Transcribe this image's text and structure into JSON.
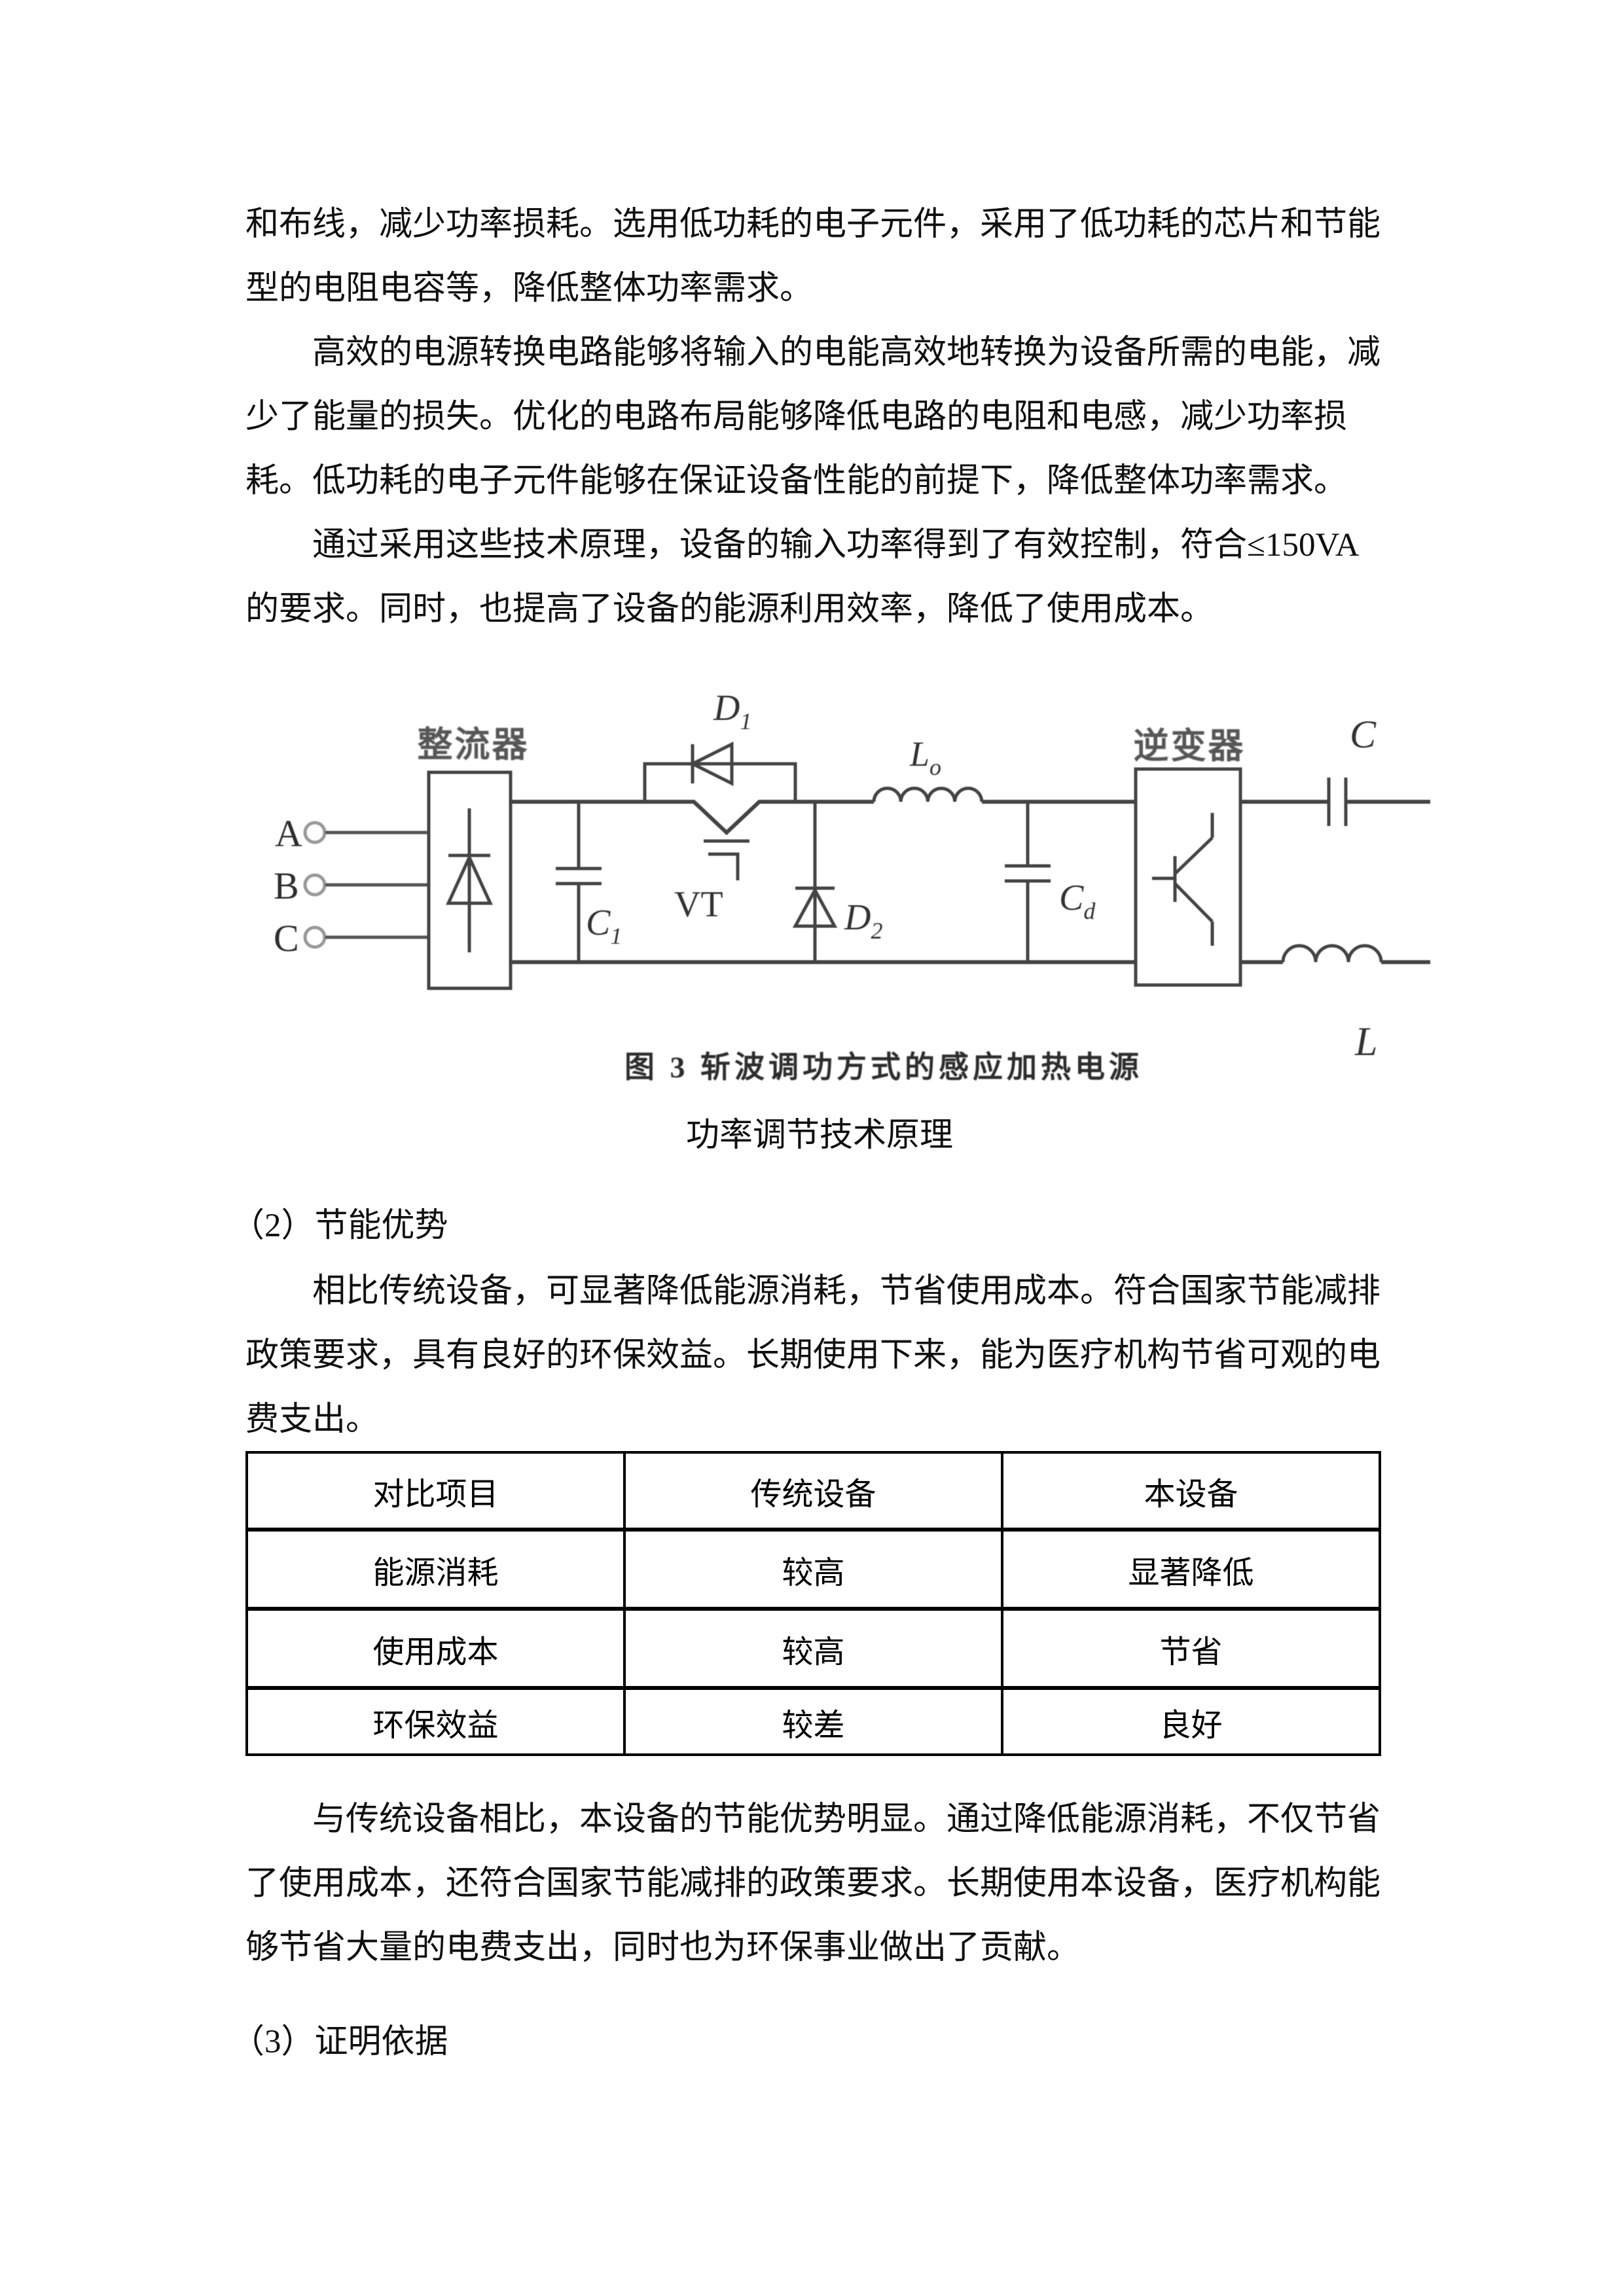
{
  "document": {
    "paragraphs": {
      "p1": "和布线，减少功率损耗。选用低功耗的电子元件，采用了低功耗的芯片和节能\n型的电阻电容等，降低整体功率需求。",
      "p2": "　　高效的电源转换电路能够将输入的电能高效地转换为设备所需的电能，减\n少了能量的损失。优化的电路布局能够降低电路的电阻和电感，减少功率损\n耗。低功耗的电子元件能够在保证设备性能的前提下，降低整体功率需求。",
      "p3": "　　通过采用这些技术原理，设备的输入功率得到了有效控制，符合≤150VA\n的要求。同时，也提高了设备的能源利用效率，降低了使用成本。",
      "p4": "　　相比传统设备，可显著降低能源消耗，节省使用成本。符合国家节能减排\n政策要求，具有良好的环保效益。长期使用下来，能为医疗机构节省可观的电\n费支出。",
      "p5": "　　与传统设备相比，本设备的节能优势明显。通过降低能源消耗，不仅节省\n了使用成本，还符合国家节能减排的政策要求。长期使用本设备，医疗机构能\n够节省大量的电费支出，同时也为环保事业做出了贡献。"
    },
    "headings": {
      "h2": "（2）节能优势",
      "h3": "（3）证明依据"
    },
    "figure": {
      "caption_bold": "图 3 斩波调功方式的感应加热电源",
      "caption_sub": "功率调节技术原理",
      "labels": {
        "rectifier": "整流器",
        "inverter": "逆变器",
        "phase_a": "A",
        "phase_b": "B",
        "phase_c": "C",
        "d1_base": "D",
        "d1_sub": "1",
        "vt": "VT",
        "c1_base": "C",
        "c1_sub": "1",
        "d2_base": "D",
        "d2_sub": "2",
        "lo_base": "L",
        "lo_sub": "o",
        "cd_base": "C",
        "cd_sub": "d",
        "c_out": "C",
        "l_out": "L"
      }
    },
    "table": {
      "headers": [
        "对比项目",
        "传统设备",
        "本设备"
      ],
      "rows": [
        [
          "能源消耗",
          "较高",
          "显著降低"
        ],
        [
          "使用成本",
          "较高",
          "节省"
        ],
        [
          "环保效益",
          "较差",
          "良好"
        ]
      ]
    }
  }
}
